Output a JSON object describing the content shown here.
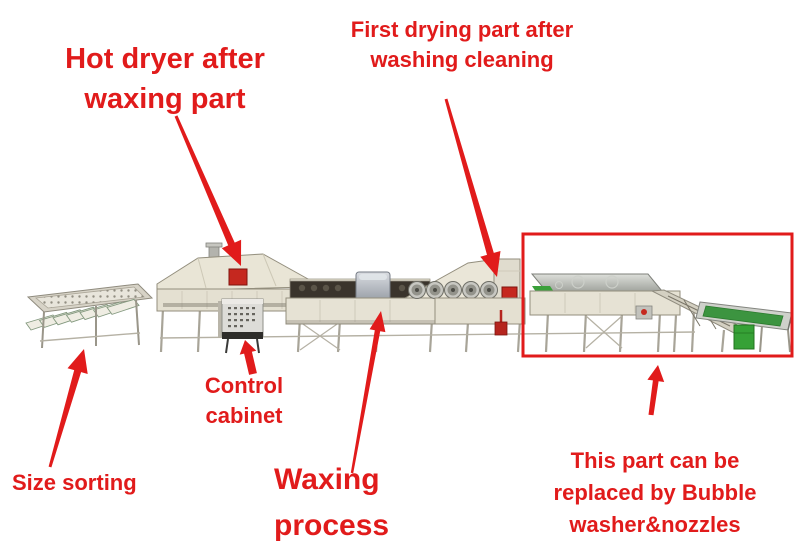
{
  "colors": {
    "annotation_red": "#e11b1b",
    "machine_cream": "#e6e2d4",
    "machine_steel": "#b3b3ad",
    "machine_green": "#3aa03a",
    "interior_dark": "#3a342c"
  },
  "labels": {
    "hot_dryer": {
      "line1": "Hot dryer after",
      "line2": "waxing part"
    },
    "first_drying": {
      "line1": "First drying part after",
      "line2": "washing cleaning"
    },
    "control_cabinet": {
      "line1": "Control",
      "line2": "cabinet"
    },
    "size_sorting": {
      "text": "Size sorting"
    },
    "waxing_process": {
      "line1": "Waxing",
      "line2": "process"
    },
    "replaceable_part": {
      "line1": "This part can be",
      "line2": "replaced by Bubble",
      "line3": "washer&nozzles"
    }
  }
}
